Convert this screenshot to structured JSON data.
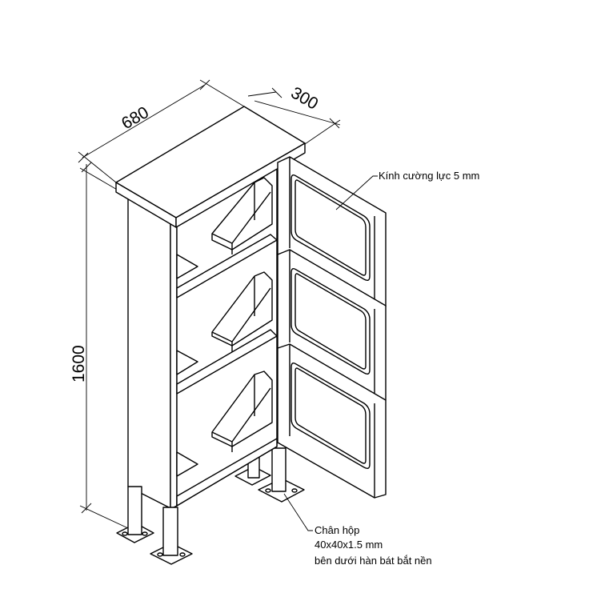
{
  "dimensions": {
    "width": "680",
    "depth": "300",
    "height": "1600"
  },
  "annotations": {
    "glass": "Kính cường lực 5 mm",
    "legs_line1": "Chân hộp",
    "legs_line2": "40x40x1.5 mm",
    "legs_line3": "bên dưới hàn bát bắt nền"
  }
}
